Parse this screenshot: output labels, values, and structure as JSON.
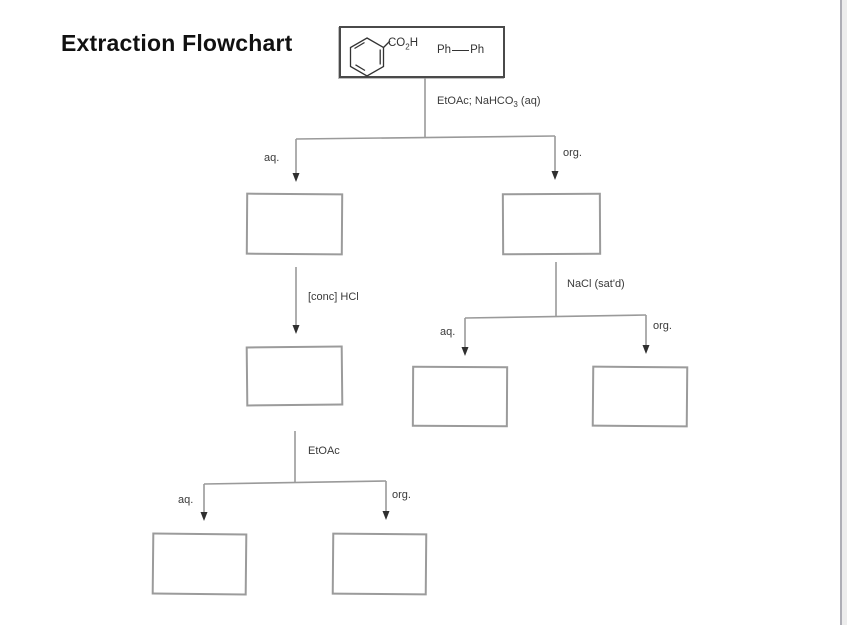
{
  "title": "Extraction Flowchart",
  "start": {
    "benzoic_acid_label": {
      "pre": "CO",
      "sub": "2",
      "post": "H"
    },
    "biphenyl": {
      "left": "Ph",
      "right": "Ph"
    }
  },
  "reagents": {
    "extraction1": {
      "pre": "EtOAc; NaHCO",
      "sub": "3",
      "post": " (aq)"
    },
    "acidify": "[conc] HCl",
    "brine": "NaCl (sat'd)",
    "extraction2": "EtOAc"
  },
  "branches": {
    "split1": {
      "aq": "aq.",
      "org": "org."
    },
    "split2": {
      "aq": "aq.",
      "org": "org."
    },
    "split3": {
      "aq": "aq.",
      "org": "org."
    }
  },
  "colors": {
    "line": "#9a9a9a",
    "arrowhead": "#2f2f2f",
    "result_box_border": "#9b9b9b",
    "start_box_border": "#4a4a4a",
    "label_text": "#3a3a3a",
    "title_text": "#111111",
    "page_edge": "#aeaeb6"
  }
}
